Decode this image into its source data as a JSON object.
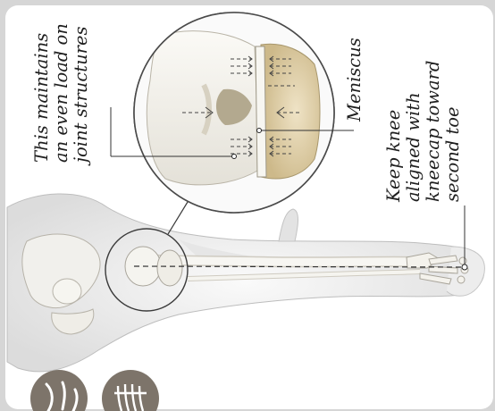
{
  "annotations": {
    "load_note": {
      "line1": "This maintains",
      "line2": "an even load on",
      "line3": "joint structures"
    },
    "meniscus_label": "Meniscus",
    "alignment_note": {
      "line1": "Keep knee",
      "line2": "aligned with",
      "line3": "kneecap toward",
      "line4": "second toe"
    }
  },
  "colors": {
    "bone": "#f4f2ec",
    "cartilage": "#e5d5b2",
    "skin": "#efefef",
    "outline": "#4a4a4a",
    "badge": "#7d746a"
  },
  "icons": [
    "leg-figure-icon",
    "skeleton-icon"
  ]
}
